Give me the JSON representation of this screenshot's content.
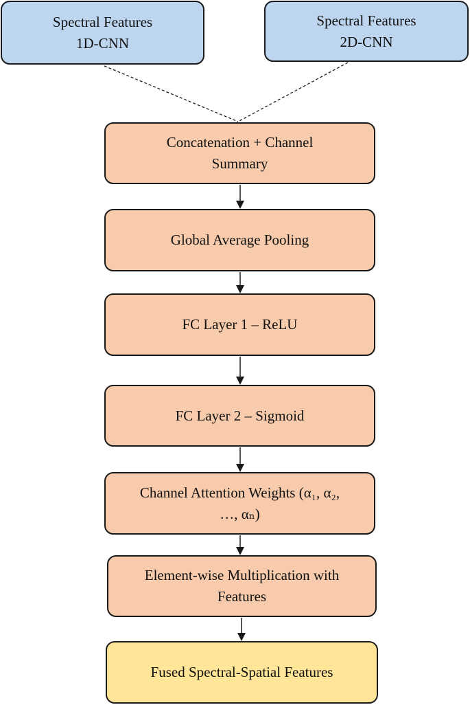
{
  "diagram": {
    "nodes": {
      "input_1d": {
        "line1": "Spectral Features",
        "line2": "1D-CNN"
      },
      "input_2d": {
        "line1": "Spectral Features",
        "line2": "2D-CNN"
      },
      "concat": {
        "line1": "Concatenation + Channel",
        "line2": "Summary"
      },
      "gap": {
        "line1": "Global Average Pooling"
      },
      "fc1": {
        "line1": "FC Layer 1 – ReLU"
      },
      "fc2": {
        "line1": "FC Layer 2 – Sigmoid"
      },
      "attention": {
        "line1": "Channel Attention Weights (α₁, α₂,",
        "line2": "…, αₙ)"
      },
      "multiply": {
        "line1": "Element-wise Multiplication with",
        "line2": "Features"
      },
      "fused": {
        "line1": "Fused Spectral-Spatial Features"
      }
    },
    "edges": [
      {
        "from": "input_1d",
        "to": "concat",
        "style": "dashed"
      },
      {
        "from": "input_2d",
        "to": "concat",
        "style": "dashed"
      },
      {
        "from": "concat",
        "to": "gap",
        "style": "arrow"
      },
      {
        "from": "gap",
        "to": "fc1",
        "style": "arrow"
      },
      {
        "from": "fc1",
        "to": "fc2",
        "style": "arrow"
      },
      {
        "from": "fc2",
        "to": "attention",
        "style": "arrow"
      },
      {
        "from": "attention",
        "to": "multiply",
        "style": "arrow"
      },
      {
        "from": "multiply",
        "to": "fused",
        "style": "arrow"
      }
    ],
    "colors": {
      "input_fill": "#bdd5ee",
      "process_fill": "#f7cbac",
      "output_fill": "#ffe597",
      "stroke": "#1a1a1a"
    }
  }
}
